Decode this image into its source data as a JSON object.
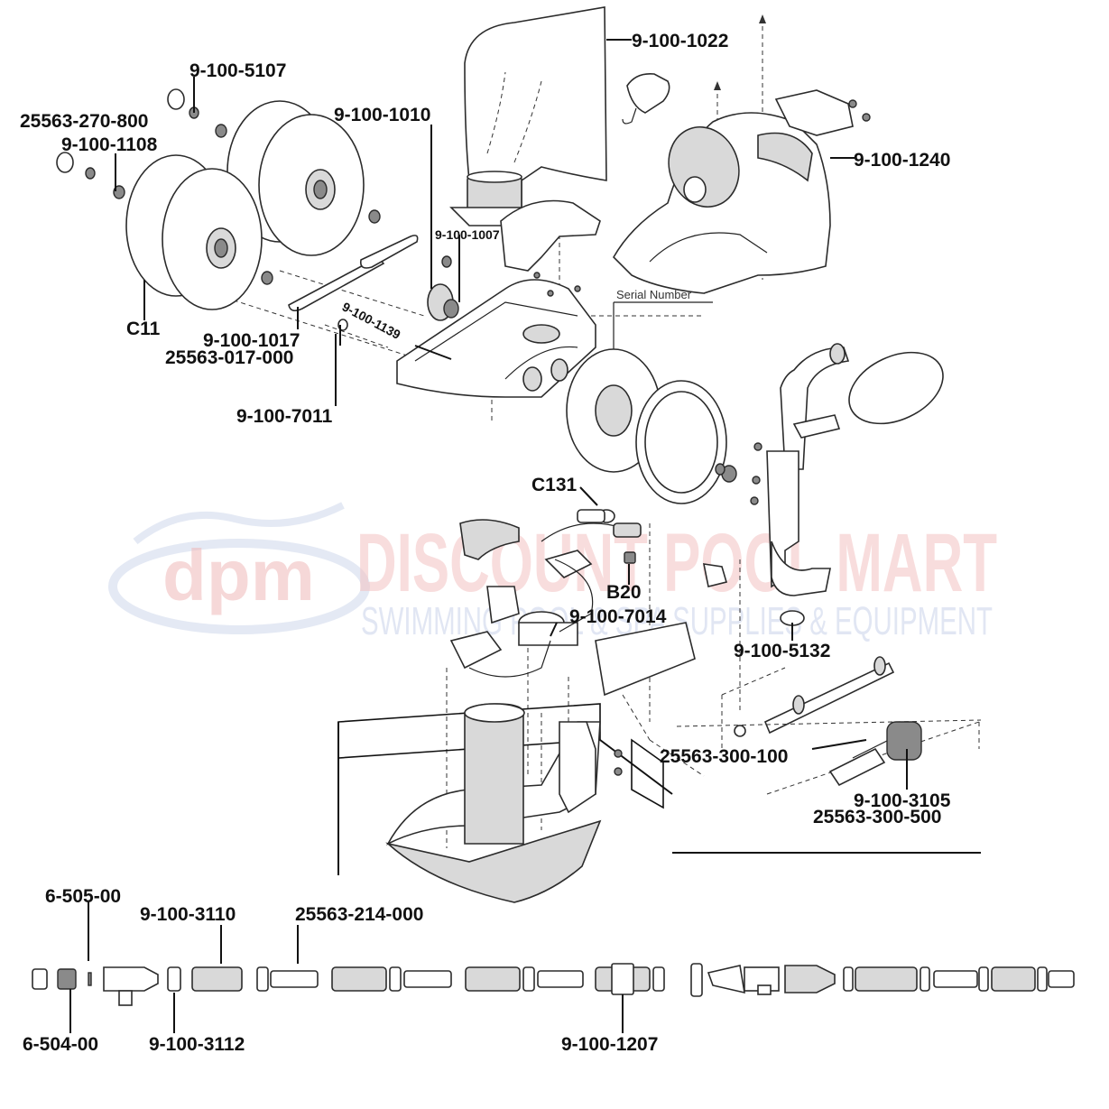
{
  "diagram": {
    "watermark": {
      "logo_text": "dpm",
      "brand": "DISCOUNT POOL MART",
      "tagline": "SWIMMING POOL & SPA SUPPLIES & EQUIPMENT"
    },
    "labels": {
      "p_9_100_1022": "9-100-1022",
      "p_9_100_5107": "9-100-5107",
      "p_25563_270_800": "25563-270-800",
      "p_9_100_1108": "9-100-1108",
      "p_9_100_1010": "9-100-1010",
      "p_9_100_1007": "9-100-1007",
      "p_9_100_1240": "9-100-1240",
      "p_c11": "C11",
      "p_9_100_1017": "9-100-1017",
      "p_25563_017_000": "25563-017-000",
      "p_9_100_1139": "9-100-1139",
      "p_9_100_7011": "9-100-7011",
      "serial_number": "Serial Number",
      "p_c131": "C131",
      "p_b20": "B20",
      "p_9_100_7014": "9-100-7014",
      "p_9_100_5132": "9-100-5132",
      "p_25563_300_100": "25563-300-100",
      "p_9_100_3105": "9-100-3105",
      "p_25563_300_500": "25563-300-500",
      "p_6_505_00": "6-505-00",
      "p_9_100_3110": "9-100-3110",
      "p_25563_214_000": "25563-214-000",
      "p_6_504_00": "6-504-00",
      "p_9_100_3112": "9-100-3112",
      "p_9_100_1207": "9-100-1207"
    },
    "colors": {
      "line": "#2b2b2b",
      "part_fill": "#ffffff",
      "shade": "#d9d9d9",
      "watermark_red": "#e98a8a",
      "watermark_blue": "#9fb1dc"
    }
  }
}
